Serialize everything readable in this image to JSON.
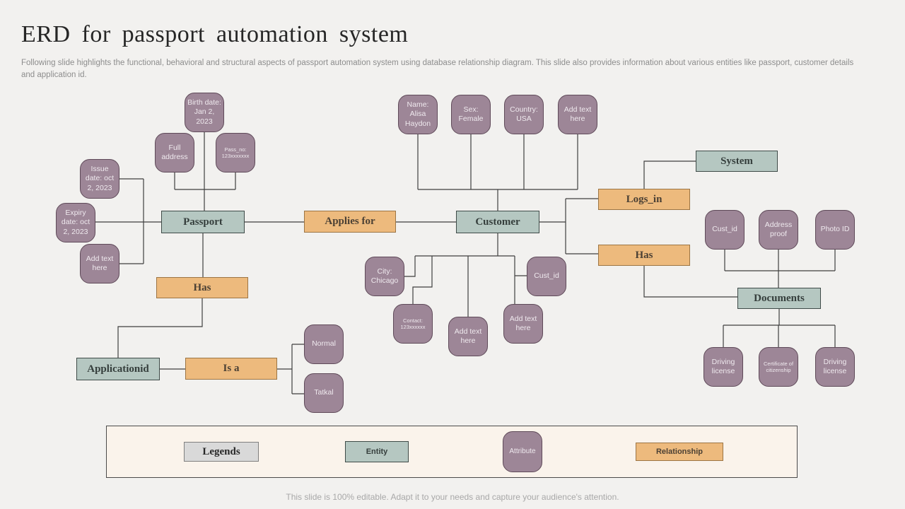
{
  "slide": {
    "title": "ERD for passport automation system",
    "subtitle": "Following slide highlights the functional, behavioral and structural aspects of passport automation system using database relationship diagram. This slide also provides information about various entities like passport, customer details and application id.",
    "footer": "This slide is 100% editable. Adapt it to your needs and capture your audience's attention."
  },
  "entities": {
    "passport": "Passport",
    "customer": "Customer",
    "system": "System",
    "documents": "Documents",
    "applicationid": "Applicationid"
  },
  "relationships": {
    "applies_for": "Applies for",
    "logs_in": "Logs_in",
    "has_documents": "Has",
    "has_application": "Has",
    "is_a": "Is a"
  },
  "attributes": {
    "birth_date": "Birth date: Jan 2, 2023",
    "full_address": "Full address",
    "pass_no": "Pass_no: 123xxxxxxx",
    "issue_date": "Issue date: oct 2, 2023",
    "expiry_date": "Expiry date: oct 2, 2023",
    "add_text_left": "Add text here",
    "name": "Name: Alisa Haydon",
    "sex": "Sex: Female",
    "country": "Country: USA",
    "add_text_top": "Add text here",
    "city": "City: Chicago",
    "contact": "Contact: 123xxxxxx",
    "add_text_mid_1": "Add text here",
    "add_text_mid_2": "Add text here",
    "cust_id_customer": "Cust_id",
    "cust_id_documents": "Cust_id",
    "address_proof": "Address proof",
    "photo_id": "Photo ID",
    "driving_license_1": "Driving license",
    "certificate_of_citizenship": "Certificate of citizenship",
    "driving_license_2": "Driving license",
    "normal": "Normal",
    "tatkal": "Tatkal"
  },
  "legend": {
    "title": "Legends",
    "entity": "Entity",
    "attribute": "Attribute",
    "relationship": "Relationship"
  },
  "colors": {
    "background": "#f2f1ef",
    "entity_fill": "#b5c7c1",
    "attribute_fill": "#9d8697",
    "relationship_fill": "#edba7d",
    "legend_background": "#faf3eb",
    "connector": "#3f3f3f"
  }
}
